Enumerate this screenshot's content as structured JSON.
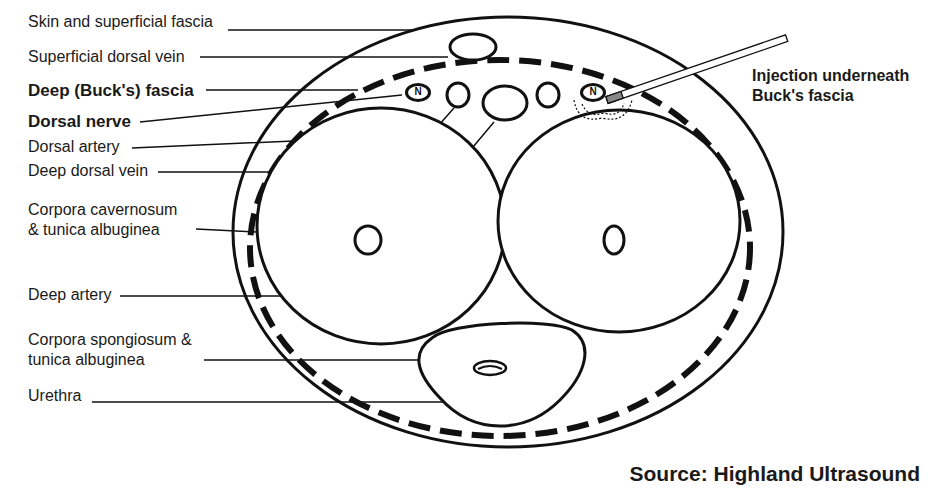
{
  "diagram": {
    "nodes": [
      {
        "text": [
          "N"
        ]
      },
      {
        "text": [
          "N"
        ]
      }
    ],
    "labels": [
      "Skin and superficial fascia",
      "Superficial dorsal vein",
      "Deep (Buck's) fascia",
      "Dorsal nerve",
      "Dorsal artery",
      "Deep dorsal vein",
      "Corpora cavernosum & tunica albuginea",
      "Deep artery",
      "Corpora spongiosum & tunica albuginea",
      "Urethra",
      "Injection underneath Buck's fascia",
      "Source: Highland Ultrasound"
    ]
  }
}
